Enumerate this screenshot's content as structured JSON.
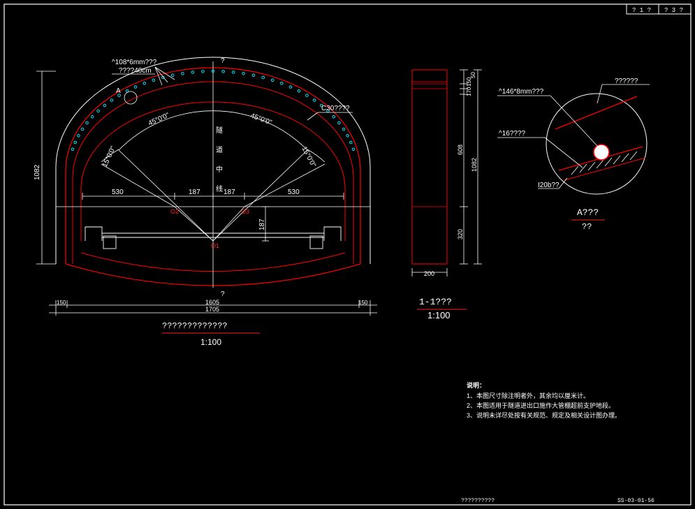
{
  "title_block": {
    "sheet_cell_1": "? 1 ?",
    "sheet_cell_2": "? 3 ?",
    "bottom_title": "??????????",
    "drawing_number": "SS-03-01-56"
  },
  "colors": {
    "background": "#000000",
    "line": "#ffffff",
    "lining": "#ff0000",
    "pipe_dot": "#00e5ff",
    "label_red": "#ff2020"
  },
  "main_section": {
    "top_marker": "?",
    "bottom_marker": "?",
    "pipe_label_1": "^108*6mm???",
    "pipe_label_2": "????40cm",
    "detail_ref": "A",
    "concrete_label": "C30????",
    "angle_left_upper": "45°0'0\"",
    "angle_right_upper": "45°0'0\"",
    "angle_left_side": "15°0'0\"",
    "angle_right_side": "15°0'0\"",
    "centerline_label": [
      "隧",
      "道",
      "中",
      "线"
    ],
    "dim_left_530": "530",
    "dim_mid_left_187": "187",
    "dim_mid_right_187": "187",
    "dim_right_530": "530",
    "dim_vertical_187": "187",
    "dim_height_1082": "1082",
    "center_o1": "O1",
    "center_o2": "O2",
    "center_o3": "O3",
    "dim_150_left": "150",
    "dim_1605": "1605",
    "dim_1705": "1705",
    "dim_150_right": "150",
    "caption": "?????????????",
    "scale": "1:100"
  },
  "section_1_1": {
    "dim_top_50": "50",
    "dim_top_150": "150",
    "dim_top_170": "170",
    "dim_608": "608",
    "dim_1082": "1082",
    "dim_320": "320",
    "dim_width_200": "200",
    "caption": "1-1???",
    "scale": "1:100"
  },
  "detail_a": {
    "label_top": "??????",
    "label_pipe": "^146*8mm???",
    "label_bar": "^16????",
    "label_beam": "I20b??",
    "caption": "A???",
    "scale": "??"
  },
  "notes": {
    "heading": "说明：",
    "items": [
      "1、本图尺寸除注明者外，其余均以厘米计。",
      "2、本图适用于隧道进出口施作大管棚超前支护地段。",
      "3、说明未详尽处按有关规范、规定及相关设计图办理。"
    ]
  }
}
